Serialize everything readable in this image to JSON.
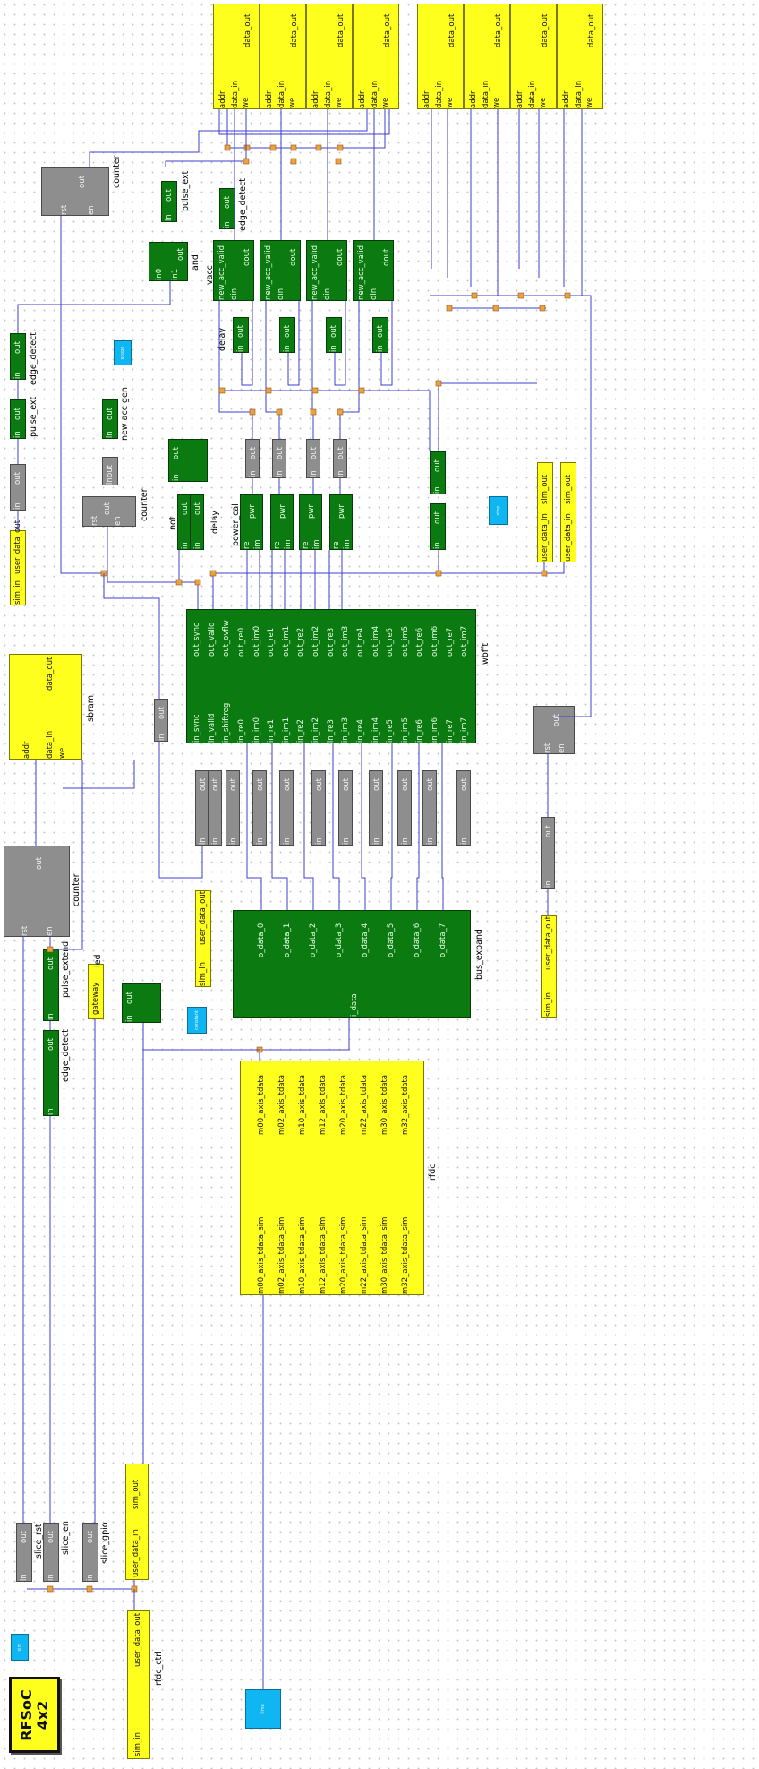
{
  "logo": {
    "line1": "RFSoC",
    "line2": "4x2"
  },
  "blocks": {
    "sbram": {
      "label": "sbram",
      "ports": [
        "addr",
        "data_in",
        "we",
        "data_out"
      ]
    },
    "counter_main": {
      "label": "counter",
      "ports": [
        "rst",
        "en",
        "out"
      ]
    },
    "counter_mid": {
      "label": "counter",
      "ports": [
        "rst",
        "en",
        "out"
      ]
    },
    "counter_top": {
      "label": "counter",
      "ports": [
        "rst",
        "en",
        "out"
      ]
    },
    "counter_right": {
      "ports": [
        "rst",
        "en",
        "out"
      ]
    },
    "pulse_extend": {
      "label": "pulse_extend",
      "ports": [
        "in",
        "out"
      ]
    },
    "pulse_ext_left": {
      "label": "pulse_ext",
      "ports": [
        "in",
        "out"
      ]
    },
    "pulse_ext_top": {
      "label": "pulse_ext",
      "ports": [
        "in",
        "out"
      ]
    },
    "edge_detect_bottom": {
      "label": "edge_detect",
      "ports": [
        "in",
        "out"
      ]
    },
    "edge_detect_left": {
      "label": "edge_detect",
      "ports": [
        "in",
        "out"
      ]
    },
    "edge_detect_top": {
      "label": "edge_detect",
      "ports": [
        "in",
        "out"
      ]
    },
    "led": {
      "label": "led",
      "port": "gateway"
    },
    "slice_rst": {
      "label": "slice_rst",
      "ports": [
        "in",
        "out"
      ]
    },
    "slice_en": {
      "label": "slice_en",
      "ports": [
        "in",
        "out"
      ]
    },
    "slice_gpio": {
      "label": "slice_gpio",
      "ports": [
        "in",
        "out"
      ]
    },
    "rfdc_ctrl": {
      "label": "rfdc_ctrl",
      "ports": [
        "sim_in",
        "user_data_out",
        "user_data_in",
        "sim_out"
      ]
    },
    "rfdc": {
      "label": "rfdc",
      "inputs": [
        "m00_axis_tdata_sim",
        "m02_axis_tdata_sim",
        "m10_axis_tdata_sim",
        "m12_axis_tdata_sim",
        "m20_axis_tdata_sim",
        "m22_axis_tdata_sim",
        "m30_axis_tdata_sim",
        "m32_axis_tdata_sim"
      ],
      "outputs": [
        "m00_axis_tdata",
        "m02_axis_tdata",
        "m10_axis_tdata",
        "m12_axis_tdata",
        "m20_axis_tdata",
        "m22_axis_tdata",
        "m30_axis_tdata",
        "m32_axis_tdata"
      ]
    },
    "bus_expand": {
      "label": "bus_expand",
      "input": "i_data",
      "outputs": [
        "o_data_0",
        "o_data_1",
        "o_data_2",
        "o_data_3",
        "o_data_4",
        "o_data_5",
        "o_data_6",
        "o_data_7"
      ],
      "visible_outputs": [
        "o_data_0",
        "o_data_1",
        "o_data_2",
        "o_data_3",
        "o_data_4",
        "o_data_5",
        "o_data_6",
        "o_data_7"
      ]
    },
    "wbfft": {
      "label": "wbfft",
      "inputs": [
        "in_sync",
        "in_valid",
        "in_shiftreg",
        "in_re0",
        "in_im0",
        "in_re1",
        "in_im1",
        "in_re2",
        "in_im2",
        "in_re3",
        "in_im3",
        "in_re4",
        "in_im4",
        "in_re5",
        "in_im5",
        "in_re6",
        "in_im6",
        "in_re7",
        "in_im7"
      ],
      "outputs": [
        "out_sync",
        "out_valid",
        "out_ovflw",
        "out_re0",
        "out_im0",
        "out_re1",
        "out_im1",
        "out_re2",
        "out_im2",
        "out_re3",
        "out_im3",
        "out_re4",
        "out_im4",
        "out_re5",
        "out_im5",
        "out_re6",
        "out_im6",
        "out_re7",
        "out_im7"
      ]
    },
    "power_cal": {
      "label": "power_cal",
      "ports": [
        "re",
        "im",
        "pwr"
      ]
    },
    "delay_mid": {
      "label": "delay",
      "ports": [
        "in",
        "out"
      ]
    },
    "delay_top": {
      "label": "delay",
      "ports": [
        "in",
        "out"
      ]
    },
    "not": {
      "label": "not",
      "ports": [
        "in",
        "out"
      ]
    },
    "new_acc_gen": {
      "label": "new acc gen",
      "ports": [
        "in",
        "out"
      ]
    },
    "and": {
      "label": "and",
      "ports": [
        "in0",
        "in1",
        "out"
      ]
    },
    "vacc": {
      "label": "vacc",
      "ports": [
        "new_acc",
        "valid",
        "din",
        "dout"
      ]
    },
    "bram": {
      "ports": [
        "addr",
        "data_in",
        "we",
        "data_out"
      ]
    },
    "inout_block": {
      "ports": [
        "in",
        "out"
      ]
    },
    "yellow_gw": {
      "ports": [
        "sim_in",
        "user_data_out",
        "user_data_in",
        "sim_out"
      ]
    },
    "tiny": {
      "sim": "sim",
      "time": "time",
      "constant": "constant",
      "scope": "scope",
      "step": "step"
    },
    "gray_ports": {
      "in": "in",
      "out": "out"
    }
  },
  "colors": {
    "yellow": "#ffff1e",
    "green": "#0b7a10",
    "gray": "#8e8e8e",
    "blue": "#10b6f2",
    "wire": "#3f3fd0",
    "junction": "#f0a040"
  }
}
